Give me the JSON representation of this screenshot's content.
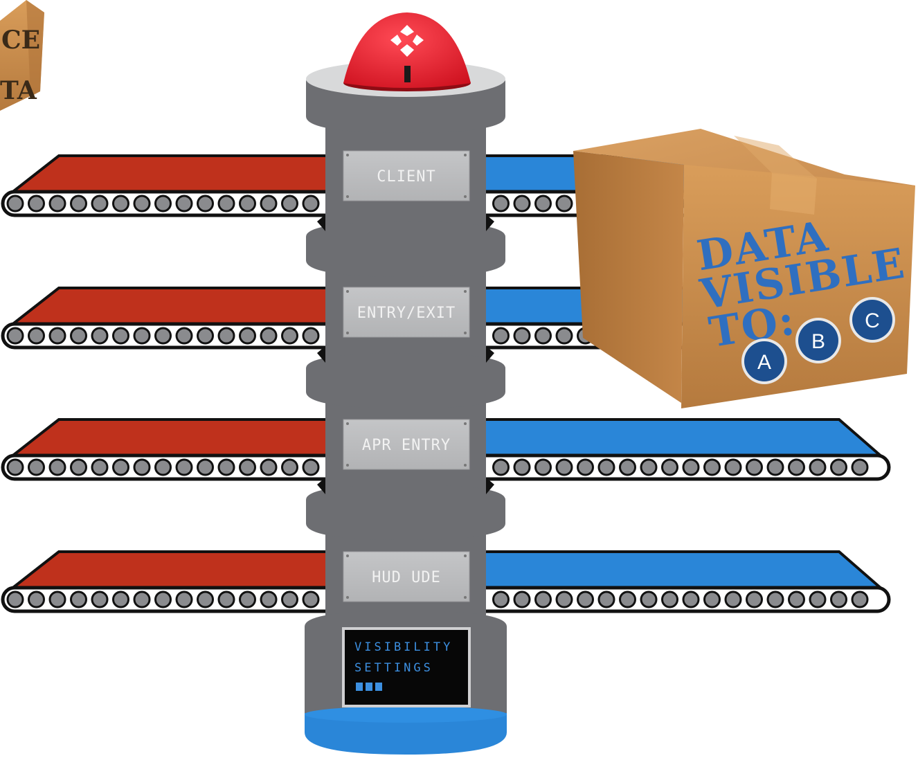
{
  "colors": {
    "input_belt": "#bf311c",
    "output_belt": "#2a86d8",
    "tower": "#6d6e72",
    "tower_cap": "#d8d9da",
    "beacon": "#e0192a",
    "screen_text": "#3c8fe0",
    "box": "#c98f50",
    "box_text": "#2f6fc0",
    "badge": "#1d4f8f"
  },
  "icons": {
    "beacon_icon": "diamond-arrows-icon",
    "screen_indicator": "progress-blocks-icon"
  },
  "tower": {
    "plates": [
      "CLIENT",
      "ENTRY/EXIT",
      "APR ENTRY",
      "HUD UDE"
    ],
    "screen_line1": "VISIBILITY",
    "screen_line2": "SETTINGS"
  },
  "incoming_box": {
    "partial_text_line1": "CE",
    "partial_text_line2": "TA"
  },
  "output_box": {
    "line1": "DATA",
    "line2": "VISIBLE",
    "line3": "TO:",
    "badges": [
      "A",
      "B",
      "C"
    ]
  }
}
